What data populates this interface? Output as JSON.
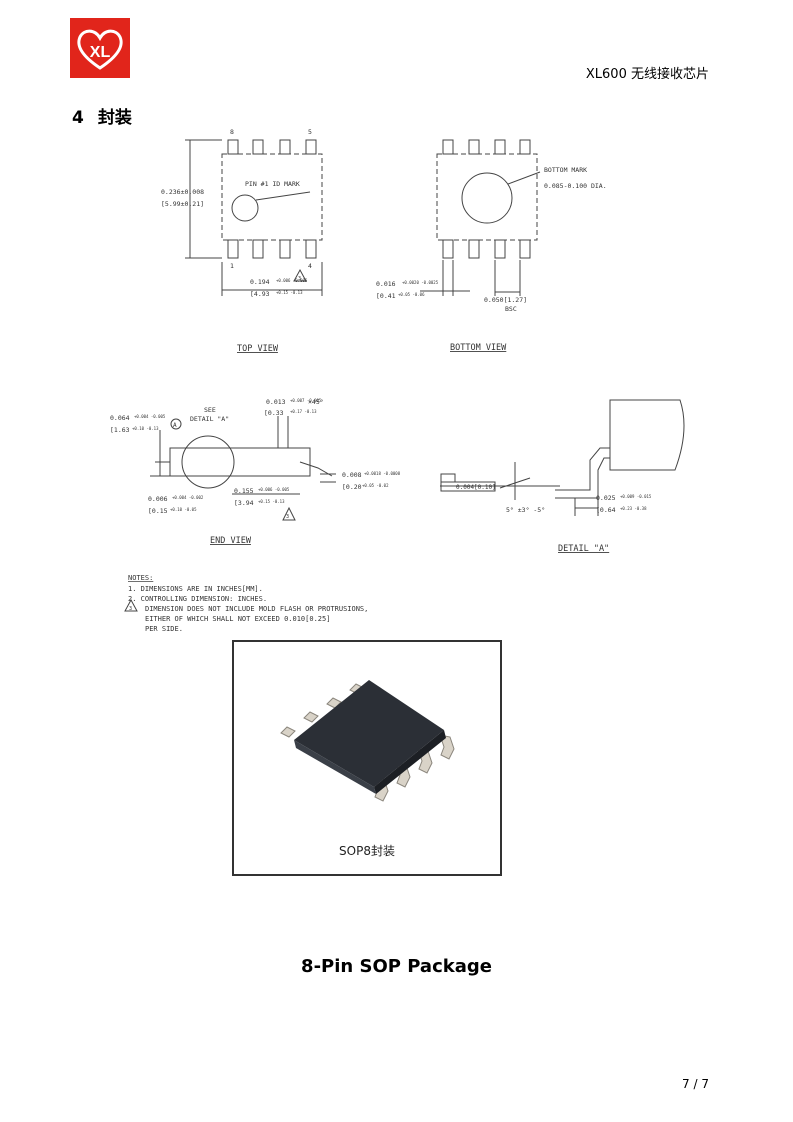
{
  "header": {
    "logo_text": "XL",
    "doc_title": "XL600  无线接收芯片"
  },
  "section": {
    "number": "4",
    "title": "封装"
  },
  "drawing": {
    "top_view": {
      "label": "TOP VIEW",
      "pin_id_mark": "PIN #1 ID MARK",
      "pin8": "8",
      "pin5": "5",
      "pin1": "1",
      "pin4": "4",
      "height_in": "0.236±0.008",
      "height_mm": "[5.99±0.21]",
      "width_in": "0.194",
      "width_mm": "[4.93",
      "width_tol_in": "+0.006 -0.005",
      "width_tol_mm": "+0.15 -0.13",
      "note_flag": "3"
    },
    "bottom_view": {
      "label": "BOTTOM VIEW",
      "mark": "BOTTOM MARK",
      "mark_dia": "0.085-0.100 DIA.",
      "lead_width_in": "0.016",
      "lead_width_mm": "[0.41",
      "lead_tol_in": "+0.0020 -0.0025",
      "lead_tol_mm": "+0.05 -0.06",
      "pitch": "0.050[1.27]",
      "pitch_basis": "BSC"
    },
    "end_view": {
      "label": "END VIEW",
      "see_detail": "SEE",
      "detail_a": "DETAIL \"A\"",
      "height_in": "0.064",
      "height_mm": "[1.63",
      "height_tol_in": "+0.004 -0.005",
      "height_tol_mm": "+0.10 -0.13",
      "circle_a": "A",
      "chamfer_in": "0.013",
      "chamfer_mm": "[0.33",
      "chamfer_tol_in": "+0.007 -0.005",
      "chamfer_tol_mm": "+0.17 -0.13",
      "chamfer_angle": "×45°",
      "standoff_in": "0.006",
      "standoff_mm": "[0.15",
      "standoff_tol_in": "+0.004 -0.002",
      "standoff_tol_mm": "+0.10 -0.05",
      "body_in": "0.155",
      "body_mm": "[3.94",
      "body_tol_in": "+0.006 -0.005",
      "body_tol_mm": "+0.15 -0.13",
      "lead_thk_in": "0.008",
      "lead_thk_mm": "[0.20",
      "lead_thk_tol_in": "+0.0018 -0.0008",
      "lead_thk_tol_mm": "+0.05 -0.02",
      "note_flag": "3"
    },
    "detail_a": {
      "label": "DETAIL \"A\"",
      "coplanarity": "0.004[0.10]",
      "angle": "5° ±3° -5°",
      "foot_in": "0.025",
      "foot_mm": "[0.64",
      "foot_tol_in": "+0.009 -0.015",
      "foot_tol_mm": "+0.23 -0.38"
    },
    "notes": {
      "heading": "NOTES:",
      "note1": "1.  DIMENSIONS ARE IN INCHES[MM].",
      "note2": "2.  CONTROLLING DIMENSION: INCHES.",
      "note3a": "DIMENSION DOES NOT INCLUDE MOLD FLASH OR PROTRUSIONS,",
      "note3b": "EITHER OF WHICH SHALL NOT EXCEED 0.010[0.25]",
      "note3c": "PER SIDE.",
      "note3_num": "3"
    }
  },
  "photo": {
    "caption": "SOP8封装"
  },
  "package_title": "8-Pin SOP Package",
  "page_number": "7 / 7",
  "colors": {
    "logo_red": "#e1251b",
    "chip_body": "#2b2f36",
    "lead_silver": "#d9d3c8",
    "drawing_line": "#444444"
  }
}
